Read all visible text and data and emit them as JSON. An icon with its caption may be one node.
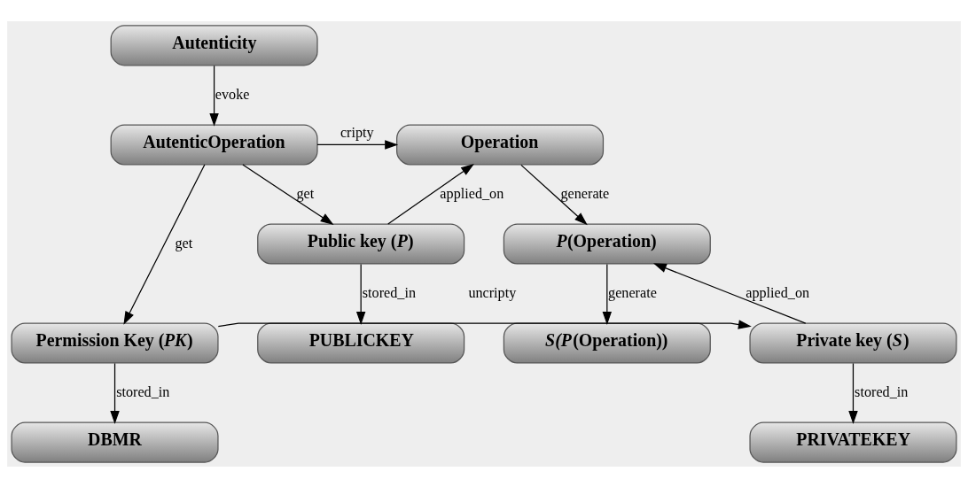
{
  "diagram": {
    "nodes": [
      {
        "text": [
          "Autenticity"
        ]
      },
      {
        "text": [
          "AutenticOperation"
        ]
      },
      {
        "text": [
          "Operation"
        ]
      },
      {
        "text": [
          "Public key (*P*)"
        ]
      },
      {
        "text": [
          "*P*(Operation)"
        ]
      },
      {
        "text": [
          "PUBLICKEY"
        ]
      },
      {
        "text": [
          "Permission Key (*PK*)"
        ]
      },
      {
        "text": [
          "Private key (*S*)"
        ]
      },
      {
        "text": [
          "*S(P*(Operation))"
        ]
      },
      {
        "text": [
          "DBMR"
        ]
      },
      {
        "text": [
          "PRIVATEKEY"
        ]
      }
    ],
    "edges": [
      {
        "from": 0,
        "to": 1,
        "arrow": "to",
        "label": "evoke"
      },
      {
        "from": 1,
        "to": 2,
        "arrow": "to",
        "label": "cripty"
      },
      {
        "from": 1,
        "to": 3,
        "arrow": "to",
        "label": "get"
      },
      {
        "from": 1,
        "to": 6,
        "arrow": "to",
        "label": "get"
      },
      {
        "from": 3,
        "to": 2,
        "arrow": "to",
        "label": "applied_on"
      },
      {
        "from": 2,
        "to": 4,
        "arrow": "to",
        "label": "generate"
      },
      {
        "from": 3,
        "to": 5,
        "arrow": "to",
        "label": "stored_in"
      },
      {
        "from": 7,
        "to": 4,
        "arrow": "to",
        "label": "applied_on"
      },
      {
        "from": 4,
        "to": 8,
        "arrow": "to",
        "label": "generate"
      },
      {
        "from": 6,
        "to": 7,
        "arrow": "to",
        "label": "uncripty"
      },
      {
        "from": 6,
        "to": 9,
        "arrow": "to",
        "label": "stored_in"
      },
      {
        "from": 7,
        "to": 10,
        "arrow": "to",
        "label": "stored_in"
      }
    ]
  }
}
